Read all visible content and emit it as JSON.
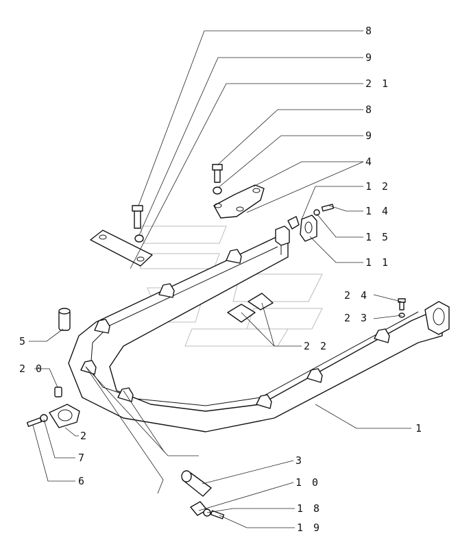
{
  "callouts": [
    {
      "id": "c8a",
      "label": "8"
    },
    {
      "id": "c9a",
      "label": "9"
    },
    {
      "id": "c21",
      "label": "2 1"
    },
    {
      "id": "c8b",
      "label": "8"
    },
    {
      "id": "c9b",
      "label": "9"
    },
    {
      "id": "c4",
      "label": "4"
    },
    {
      "id": "c12",
      "label": "1 2"
    },
    {
      "id": "c14",
      "label": "1 4"
    },
    {
      "id": "c15",
      "label": "1 5"
    },
    {
      "id": "c11",
      "label": "1 1"
    },
    {
      "id": "c24",
      "label": "2 4"
    },
    {
      "id": "c23",
      "label": "2 3"
    },
    {
      "id": "c22",
      "label": "2 2"
    },
    {
      "id": "c5",
      "label": "5"
    },
    {
      "id": "c20",
      "label": "2 0"
    },
    {
      "id": "c1",
      "label": "1"
    },
    {
      "id": "c2",
      "label": "2"
    },
    {
      "id": "c7",
      "label": "7"
    },
    {
      "id": "c6",
      "label": "6"
    },
    {
      "id": "c3",
      "label": "3"
    },
    {
      "id": "c10",
      "label": "1 0"
    },
    {
      "id": "c18",
      "label": "1 8"
    },
    {
      "id": "c19",
      "label": "1 9"
    }
  ]
}
